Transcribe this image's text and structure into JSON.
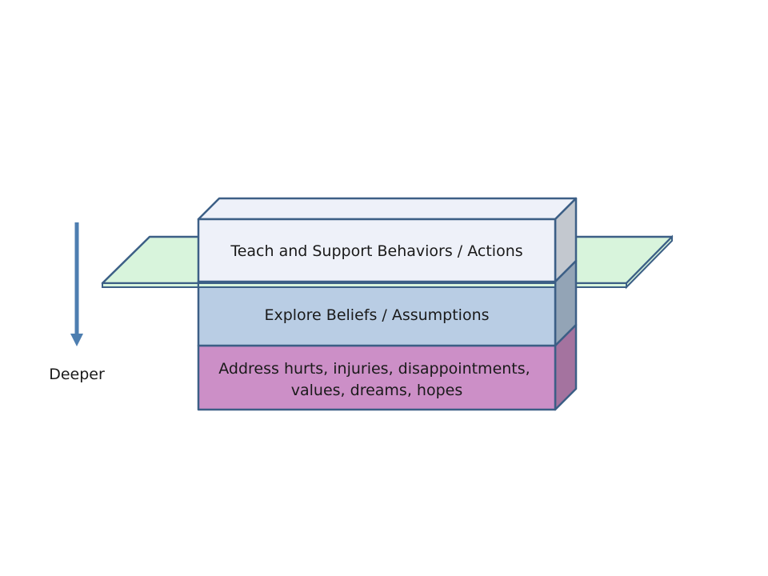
{
  "layers": [
    {
      "label_lines": [
        "Teach and Support Behaviors / Actions"
      ],
      "front_color": "#eef1f9",
      "side_color": "#c3c8cf",
      "top_color": "#eef1f9"
    },
    {
      "label_lines": [
        "Explore Beliefs / Assumptions"
      ],
      "front_color": "#b9cde4",
      "side_color": "#93a4b6"
    },
    {
      "label_lines": [
        "Address hurts, injuries, disappointments,",
        "values, dreams,  hopes"
      ],
      "front_color": "#cc8fc7",
      "side_color": "#a4739f"
    }
  ],
  "plane_color": "#d8f4dc",
  "outline_color": "#3c5f86",
  "arrow_color": "#4d7eb0",
  "arrow_label": "Deeper"
}
